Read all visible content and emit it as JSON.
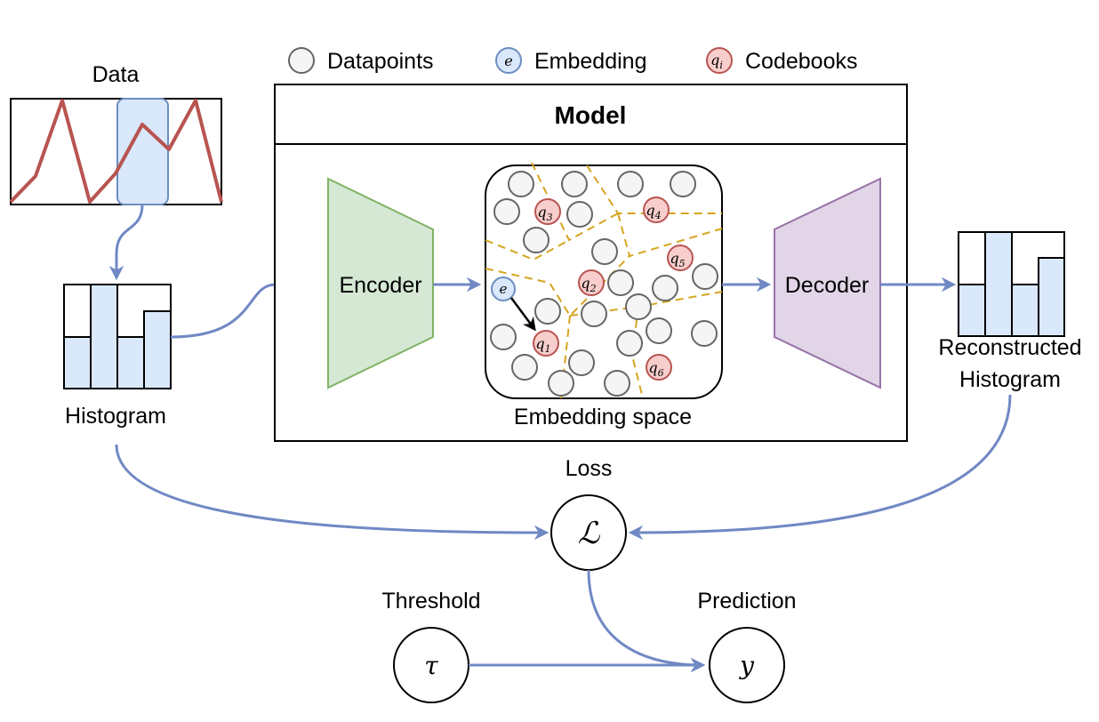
{
  "legend": {
    "datapoints": "Datapoints",
    "embedding_symbol": "e",
    "embedding": "Embedding",
    "codebook_symbol": "q",
    "codebook_subscript": "i",
    "codebooks": "Codebooks"
  },
  "labels": {
    "data": "Data",
    "histogram": "Histogram",
    "model": "Model",
    "encoder": "Encoder",
    "decoder": "Decoder",
    "embedding_space": "Embedding space",
    "reconstructed_line1": "Reconstructed",
    "reconstructed_line2": "Histogram",
    "loss": "Loss",
    "threshold": "Threshold",
    "prediction": "Prediction"
  },
  "symbols": {
    "loss": "ℒ",
    "threshold": "τ",
    "prediction": "y",
    "embedding": "e"
  },
  "codebooks": [
    {
      "symbol": "q",
      "sub": "1"
    },
    {
      "symbol": "q",
      "sub": "2"
    },
    {
      "symbol": "q",
      "sub": "3"
    },
    {
      "symbol": "q",
      "sub": "4"
    },
    {
      "symbol": "q",
      "sub": "5"
    },
    {
      "symbol": "q",
      "sub": "6"
    }
  ],
  "colors": {
    "arrow": "#7088c4",
    "data_line": "#b85450",
    "highlight_fill": "#dae8fc",
    "highlight_stroke": "#6c8ebf",
    "encoder_fill": "#d5e8d4",
    "encoder_stroke": "#82b366",
    "decoder_fill": "#e1d5e7",
    "decoder_stroke": "#9673a6",
    "codebook_fill": "#f8cecc",
    "codebook_stroke": "#b85450",
    "datapoint_fill": "#f5f5f5",
    "datapoint_stroke": "#666666",
    "boundary": "#d6a520"
  }
}
